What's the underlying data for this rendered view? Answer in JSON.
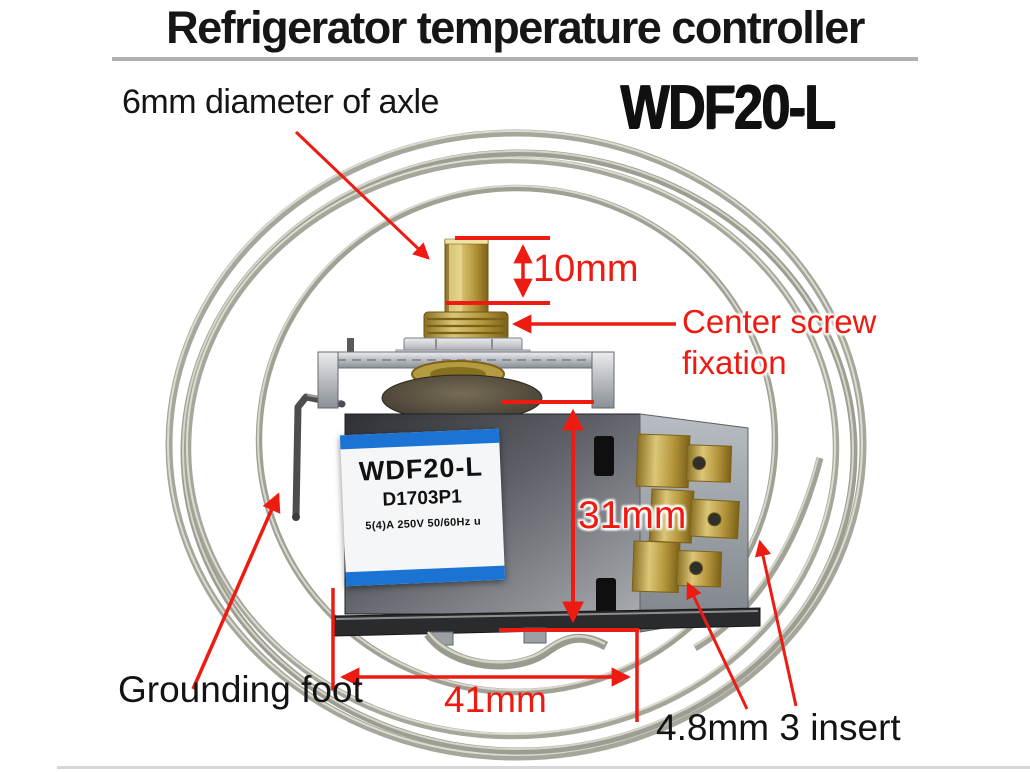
{
  "header": {
    "title": "Refrigerator temperature controller",
    "model": "WDF20-L"
  },
  "callouts": {
    "axle": "6mm diameter of axle",
    "axle_height": "10mm",
    "center_screw": "Center screw fixation",
    "body_height": "31mm",
    "body_width": "41mm",
    "grounding": "Grounding foot",
    "terminals": "4.8mm 3 insert"
  },
  "product_label": {
    "model": "WDF20-L",
    "part_number": "D1703P1",
    "spec": "5(4)A 250V 50/60Hz u"
  },
  "colors": {
    "annotation_red": "#ee1b12",
    "label_blue": "#1b74d3",
    "brass": "#c2a13e",
    "divider_gray": "#b0b0b0"
  }
}
